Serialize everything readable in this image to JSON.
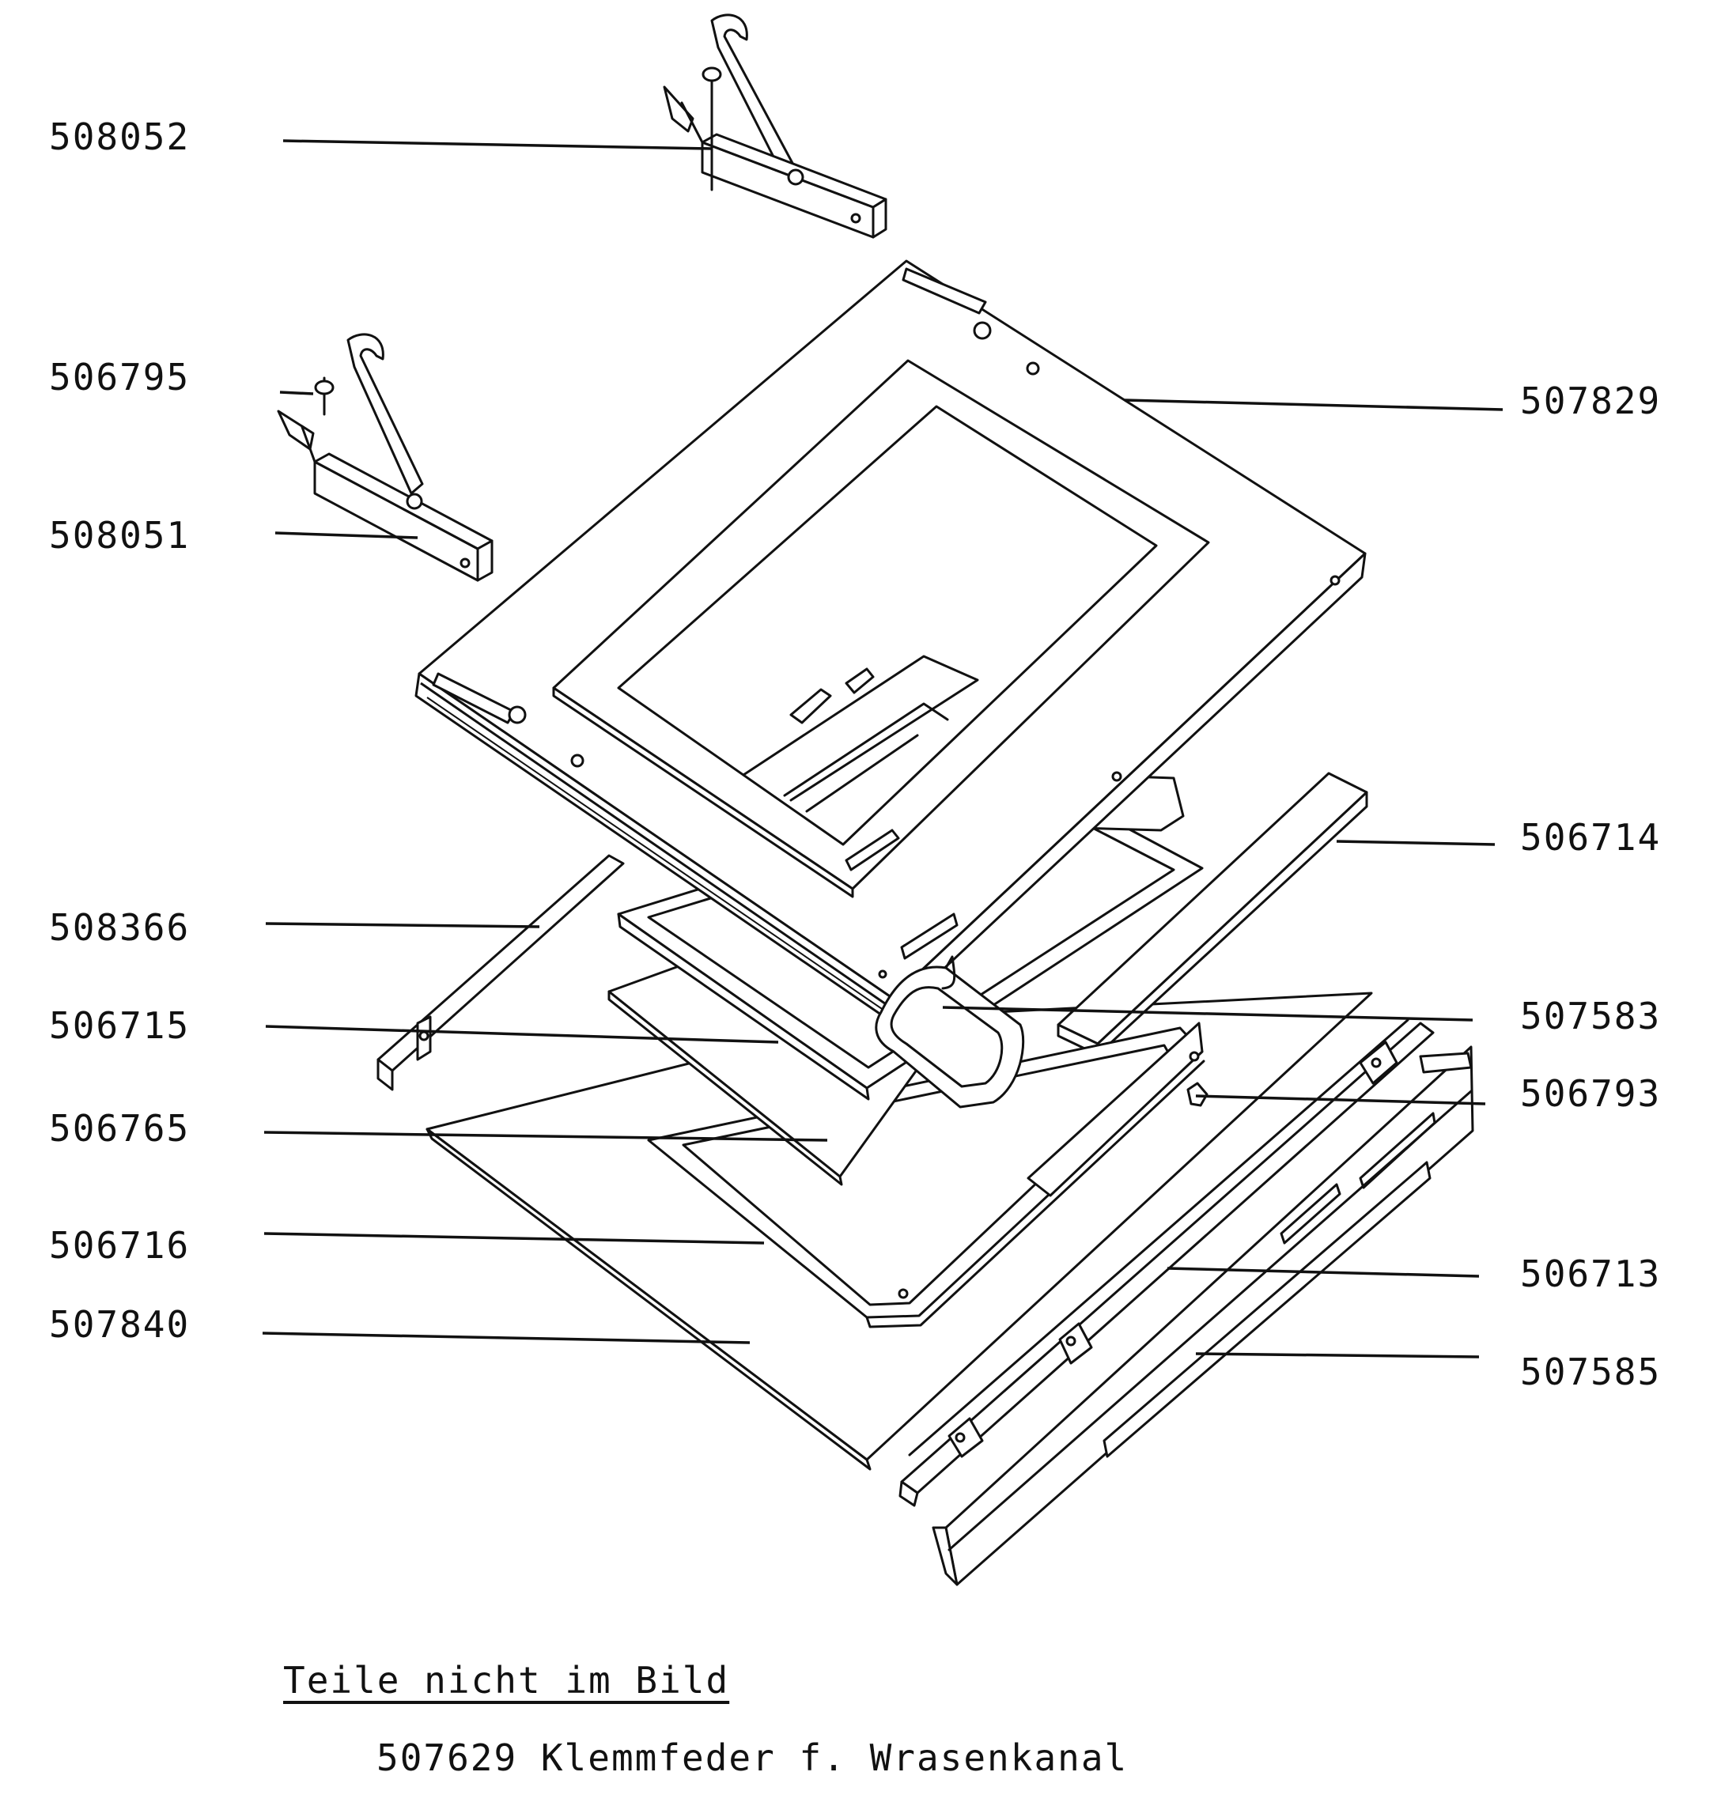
{
  "diagram": {
    "callouts": [
      {
        "id": "lbl-508052",
        "text": "508052"
      },
      {
        "id": "lbl-506795",
        "text": "506795"
      },
      {
        "id": "lbl-508051",
        "text": "508051"
      },
      {
        "id": "lbl-507829",
        "text": "507829"
      },
      {
        "id": "lbl-506714",
        "text": "506714"
      },
      {
        "id": "lbl-508366",
        "text": "508366"
      },
      {
        "id": "lbl-506715",
        "text": "506715"
      },
      {
        "id": "lbl-507583",
        "text": "507583"
      },
      {
        "id": "lbl-506793",
        "text": "506793"
      },
      {
        "id": "lbl-506765",
        "text": "506765"
      },
      {
        "id": "lbl-506716",
        "text": "506716"
      },
      {
        "id": "lbl-506713",
        "text": "506713"
      },
      {
        "id": "lbl-507840",
        "text": "507840"
      },
      {
        "id": "lbl-507585",
        "text": "507585"
      }
    ]
  },
  "footer": {
    "title": "Teile nicht im Bild",
    "items": [
      "507629 Klemmfeder f. Wrasenkanal"
    ]
  }
}
